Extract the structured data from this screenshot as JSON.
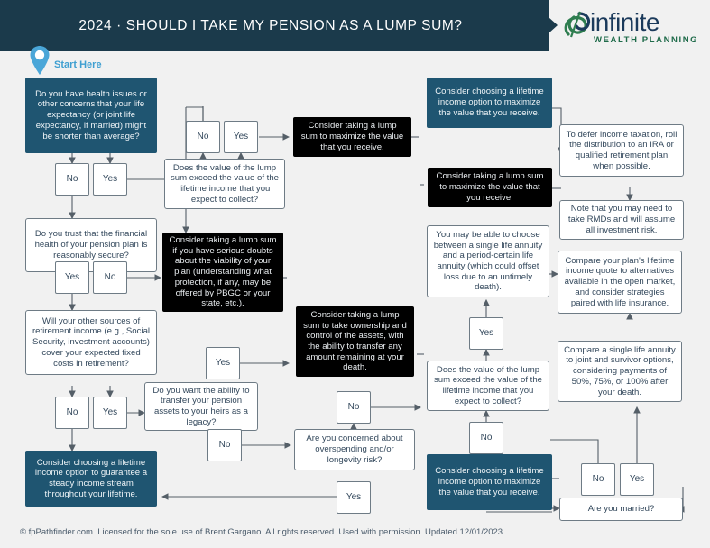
{
  "header": {
    "title": "2024 · SHOULD I TAKE MY PENSION AS A LUMP SUM?",
    "logo_word": "infinite",
    "logo_sub": "WEALTH PLANNING",
    "bar_color": "#1b3a4b",
    "accent_color": "#1f5571"
  },
  "start": {
    "label": "Start Here",
    "color": "#3f9fd1"
  },
  "footer": {
    "text": "© fpPathfinder.com. Licensed for the sole use of Brent Gargano. All rights reserved. Used with permission. Updated 12/01/2023."
  },
  "nodes": {
    "q_health": "Do you have health issues or other concerns that your life expectancy (or joint life expectancy, if married) might be shorter than average?",
    "q_trust": "Do you trust that the financial health of your pension plan is reasonably secure?",
    "q_other_income": "Will your other sources of retirement income (e.g., Social Security, investment accounts) cover your expected fixed costs in retirement?",
    "q_lump_exceed_1": "Does the value of the lump sum exceed the value of the lifetime income that you expect to collect?",
    "q_lump_exceed_2": "Does the value of the lump sum exceed the value of the lifetime income that you expect to collect?",
    "q_transfer_heirs": "Do you want the ability to transfer your pension assets to your heirs as a legacy?",
    "q_overspending": "Are you concerned about overspending and/or longevity risk?",
    "q_married": "Are you married?",
    "a_lifetime_guarantee": "Consider choosing a lifetime income option to guarantee a steady income stream throughout your lifetime.",
    "a_lifetime_max_top": "Consider choosing a lifetime income option to maximize the value that you receive.",
    "a_lifetime_max_bottom": "Consider choosing a lifetime income option to maximize the value that you receive.",
    "a_lump_max_left": "Consider taking a lump sum to maximize the value that you receive.",
    "a_lump_max_mid": "Consider taking a lump sum to maximize the value that you receive.",
    "a_lump_doubts": "Consider taking a lump sum if you have serious doubts about the viability of your plan (understanding what protection, if any, may be offered by PBGC or your state, etc.).",
    "a_lump_ownership": "Consider taking a lump sum to take ownership and control of the assets, with the ability to transfer any amount remaining at your death.",
    "a_period_certain": "You may be able to choose between a single life annuity and a period-certain life annuity (which could offset loss due to an untimely death).",
    "a_defer_tax": "To defer income taxation, roll the distribution to an IRA or qualified retirement plan when possible.",
    "a_rmd": "Note that you may need to take RMDs and will assume all investment risk.",
    "a_compare_quote": "Compare your plan's lifetime income quote to alternatives available in the open market, and consider strategies paired with life insurance.",
    "a_compare_single": "Compare a single life annuity to joint and survivor options, considering payments of 50%, 75%, or 100% after your death."
  },
  "labels": {
    "yes": "Yes",
    "no": "No",
    "health_no": "No",
    "health_yes": "Yes",
    "trust_yes": "Yes",
    "trust_no": "No",
    "income_no": "No",
    "income_yes": "Yes",
    "exceed1_no": "No",
    "exceed1_yes": "Yes",
    "exceed2_no": "No",
    "heirs_no": "No",
    "heirs_yes": "Yes",
    "overspend_yes": "Yes",
    "overspend_no": "No",
    "period_yes": "Yes",
    "married_no": "No",
    "married_yes": "Yes"
  }
}
